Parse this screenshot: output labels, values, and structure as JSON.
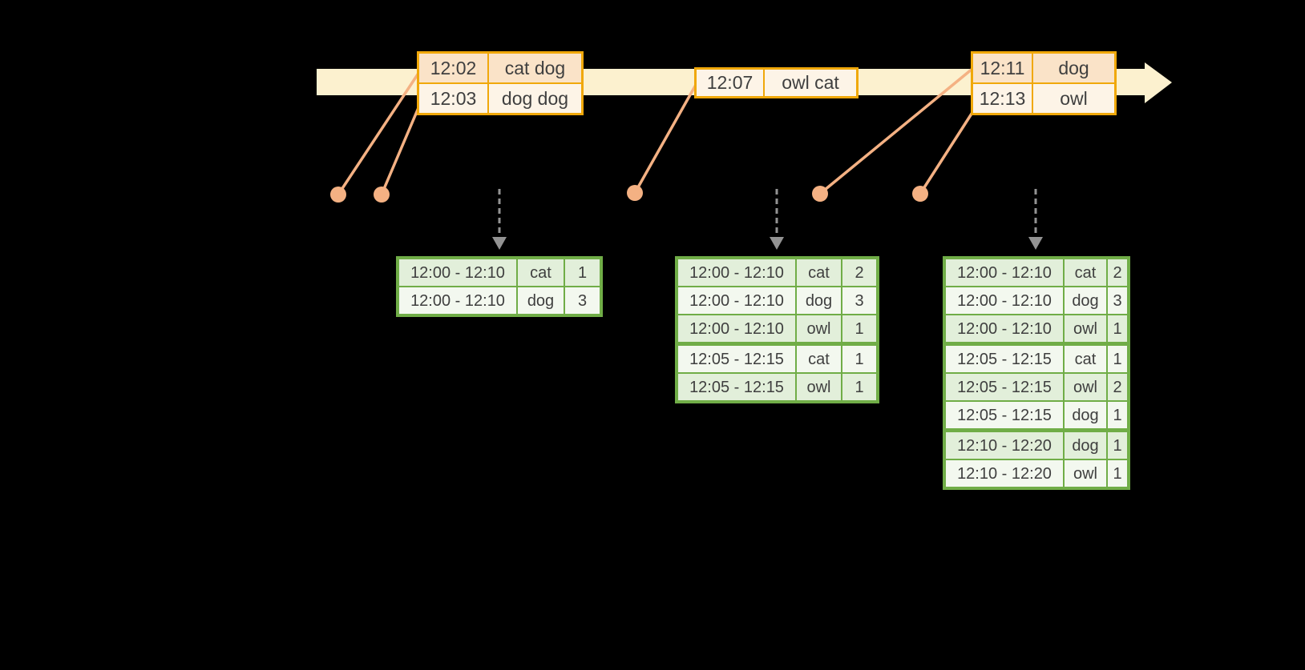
{
  "diagram": {
    "event_tables": [
      {
        "rows": [
          {
            "time": "12:02",
            "words": "cat dog"
          },
          {
            "time": "12:03",
            "words": "dog dog"
          }
        ]
      },
      {
        "rows": [
          {
            "time": "12:07",
            "words": "owl cat"
          }
        ]
      },
      {
        "rows": [
          {
            "time": "12:11",
            "words": "dog"
          },
          {
            "time": "12:13",
            "words": "owl"
          }
        ]
      }
    ],
    "result_tables": [
      {
        "rows": [
          {
            "window": "12:00 - 12:10",
            "word": "cat",
            "count": "1"
          },
          {
            "window": "12:00 - 12:10",
            "word": "dog",
            "count": "3"
          }
        ]
      },
      {
        "rows": [
          {
            "window": "12:00 - 12:10",
            "word": "cat",
            "count": "2"
          },
          {
            "window": "12:00 - 12:10",
            "word": "dog",
            "count": "3"
          },
          {
            "window": "12:00 - 12:10",
            "word": "owl",
            "count": "1"
          },
          {
            "window": "12:05 - 12:15",
            "word": "cat",
            "count": "1"
          },
          {
            "window": "12:05 - 12:15",
            "word": "owl",
            "count": "1"
          }
        ]
      },
      {
        "rows": [
          {
            "window": "12:00 - 12:10",
            "word": "cat",
            "count": "2"
          },
          {
            "window": "12:00 - 12:10",
            "word": "dog",
            "count": "3"
          },
          {
            "window": "12:00 - 12:10",
            "word": "owl",
            "count": "1"
          },
          {
            "window": "12:05 - 12:15",
            "word": "cat",
            "count": "1"
          },
          {
            "window": "12:05 - 12:15",
            "word": "owl",
            "count": "2"
          },
          {
            "window": "12:05 - 12:15",
            "word": "dog",
            "count": "1"
          },
          {
            "window": "12:10 - 12:20",
            "word": "dog",
            "count": "1"
          },
          {
            "window": "12:10 - 12:20",
            "word": "owl",
            "count": "1"
          }
        ]
      }
    ],
    "colors": {
      "background": "#000000",
      "timeline_band": "#FCF1CF",
      "event_border": "#F0A80A",
      "event_row_shaded": "#FAE3C8",
      "event_row_light": "#FDF4E7",
      "marker": "#F4B183",
      "result_border": "#70AD47",
      "result_row_shaded": "#E2EFDA",
      "result_row_light": "#F3F8EF",
      "trigger_arrow": "#939393",
      "text": "#3F3F3F"
    }
  }
}
